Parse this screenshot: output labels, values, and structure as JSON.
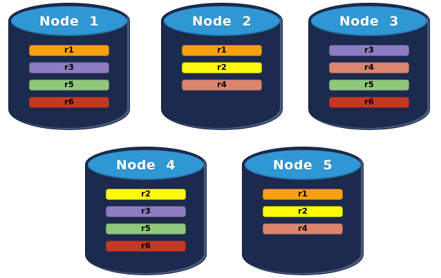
{
  "diagram": {
    "description_colors": {
      "cylinder_body": "#1C2A4E",
      "cylinder_top": "#2F97D4",
      "node_label_text": "#FFFFFF",
      "bar_text": "#000000"
    }
  },
  "nodes": [
    {
      "label": "Node 1",
      "replicas": [
        {
          "label": "r1",
          "color": "#F7A010"
        },
        {
          "label": "r3",
          "color": "#8E7CC3"
        },
        {
          "label": "r5",
          "color": "#90C67E"
        },
        {
          "label": "r6",
          "color": "#C23A26"
        }
      ]
    },
    {
      "label": "Node 2",
      "replicas": [
        {
          "label": "r1",
          "color": "#F7A010"
        },
        {
          "label": "r2",
          "color": "#FDF90A"
        },
        {
          "label": "r4",
          "color": "#D9856F"
        }
      ]
    },
    {
      "label": "Node 3",
      "replicas": [
        {
          "label": "r3",
          "color": "#8E7CC3"
        },
        {
          "label": "r4",
          "color": "#D9856F"
        },
        {
          "label": "r5",
          "color": "#90C67E"
        },
        {
          "label": "r6",
          "color": "#C23A26"
        }
      ]
    },
    {
      "label": "Node 4",
      "replicas": [
        {
          "label": "r2",
          "color": "#FDF90A"
        },
        {
          "label": "r3",
          "color": "#8E7CC3"
        },
        {
          "label": "r5",
          "color": "#90C67E"
        },
        {
          "label": "r6",
          "color": "#C23A26"
        }
      ]
    },
    {
      "label": "Node 5",
      "replicas": [
        {
          "label": "r1",
          "color": "#F7A010"
        },
        {
          "label": "r2",
          "color": "#FDF90A"
        },
        {
          "label": "r4",
          "color": "#D9856F"
        }
      ]
    }
  ]
}
